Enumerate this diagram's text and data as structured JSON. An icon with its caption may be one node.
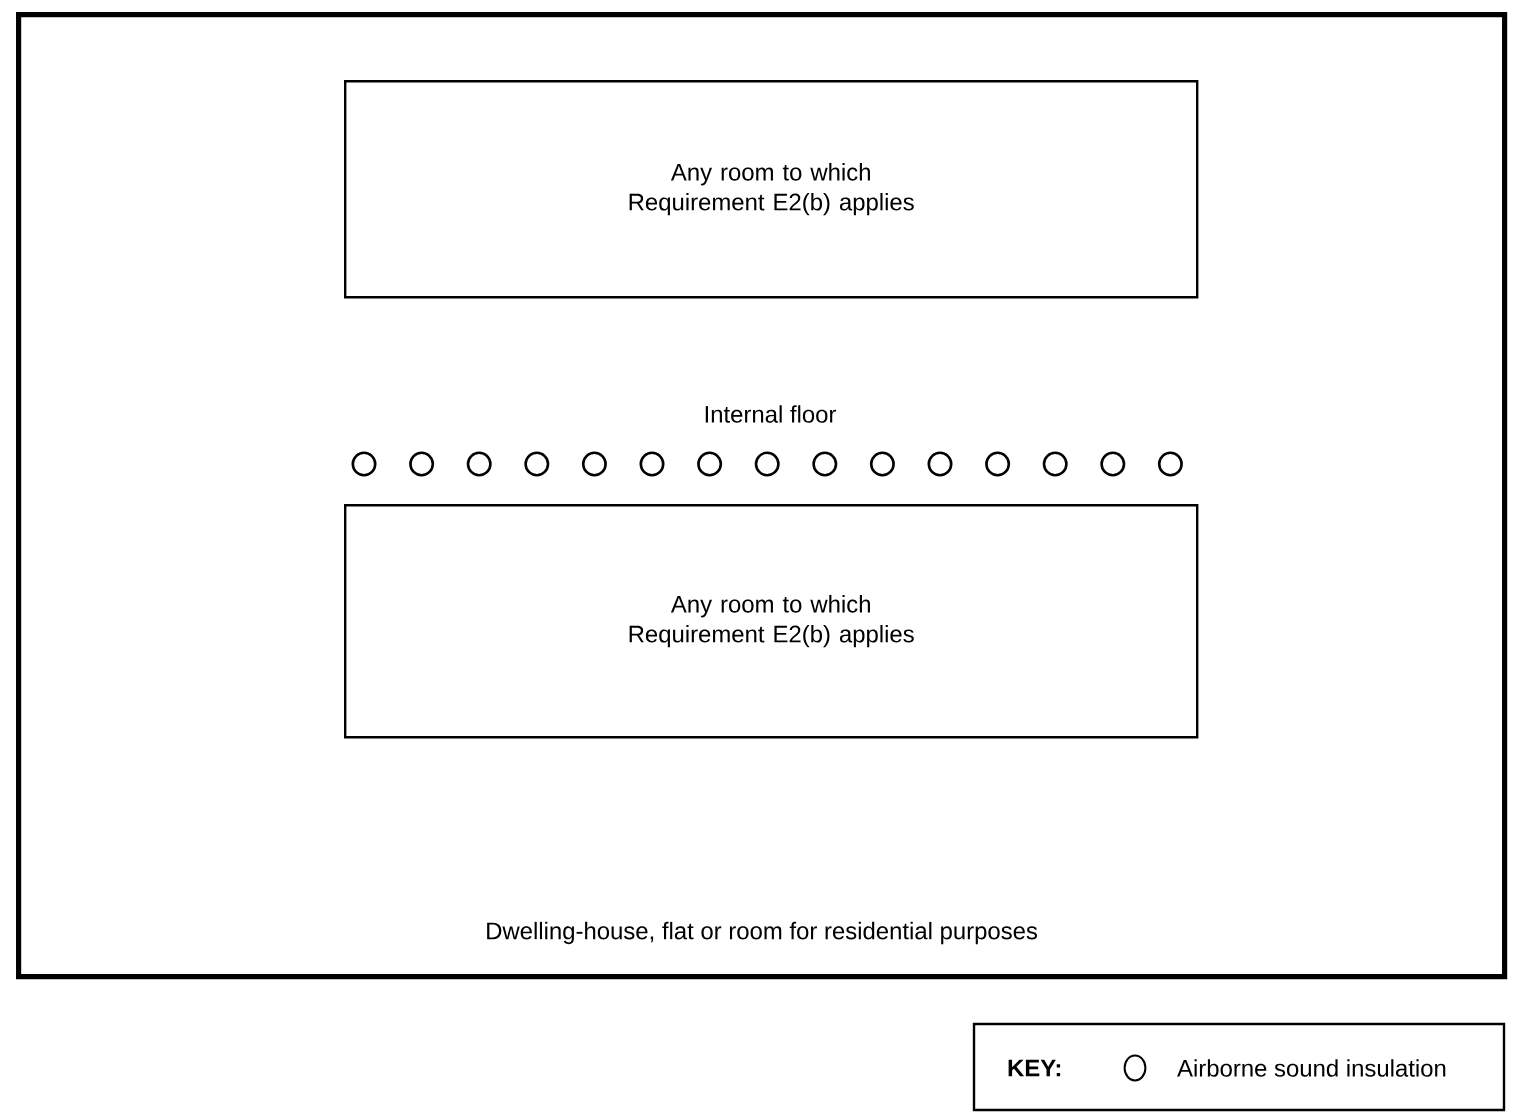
{
  "diagram": {
    "nodes": [
      {
        "text": [
          "Dwelling-house, flat or room for residential purposes"
        ]
      },
      {
        "text": [
          "Any room to which Requirement E2(b) applies"
        ],
        "in": 0
      },
      {
        "text": [
          "Any room to which Requirement E2(b) applies"
        ],
        "in": 0
      }
    ],
    "edges": [],
    "labels": [
      "Internal floor",
      "KEY:"
    ],
    "legend": [
      {
        "text": "Airborne sound insulation"
      }
    ]
  }
}
